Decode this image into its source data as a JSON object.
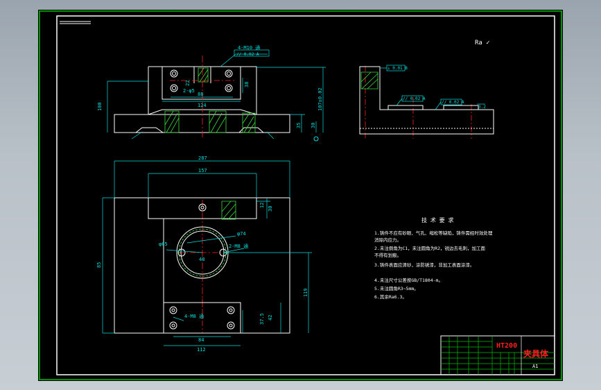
{
  "drawing": {
    "top_view": {
      "thread_callout": "4-M10 通",
      "tol_frame": "// 0.02 A",
      "dim_center_x": "124",
      "dim_inner": "88",
      "dim_height": "100",
      "dim_slot": "35",
      "dim_base_h": "30",
      "dim_overall_h": "107±0.02",
      "hole_note": "2-φ5",
      "dim_small_v": "38",
      "dim_side_v": "22"
    },
    "side_view": {
      "tol_top": "⊥ 0.01 B",
      "tol_a": "// 0.02 A",
      "tol_b": "// 0.02 A",
      "rough_label": "3.2"
    },
    "plan_view": {
      "dim_total_w": "287",
      "dim_top_w": "157",
      "dim_12": "12",
      "dim_30": "30",
      "dim_74": "φ74",
      "dim_65": "φ65",
      "thread_callout": "2-M8 通",
      "dim_48": "48",
      "dim_total_h": "85",
      "dim_119": "119",
      "dim_37": "37.5",
      "dim_42": "42",
      "dim_84": "84",
      "dim_112": "112",
      "bottom_thread": "4-M8 通"
    },
    "tech_req": {
      "title": "技 术 要 求",
      "lines": [
        "1.铸件不应有砂眼、气孔、缩松等缺陷，铸件需经时效处理",
        "  消除内应力。",
        "2.未注倒角为C1，未注圆角为R2，锐边去毛刺，加工面",
        "  不得有划痕。",
        "3.铸件表面应清砂，涂防锈漆，非加工表面涂漆。",
        "4.未注尺寸公差按GB/T1804-m。",
        "5.未注圆角R3~5mm。",
        "6.其余Ra6.3。"
      ]
    },
    "roughness_symbol": "Ra ✓",
    "title_block": {
      "material": "HT200",
      "part_name": "夹具体",
      "scale": "A1"
    }
  }
}
